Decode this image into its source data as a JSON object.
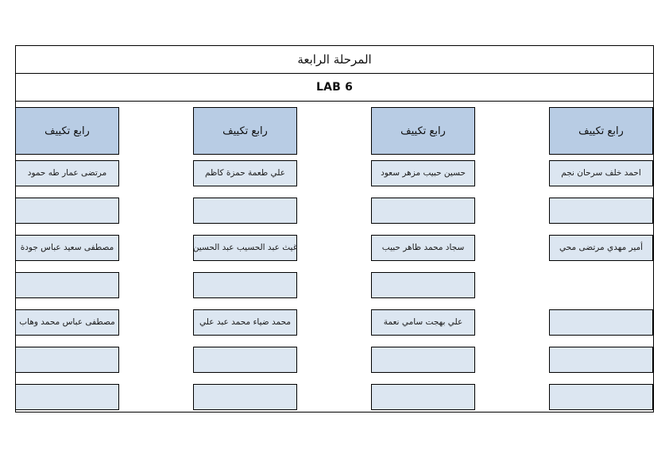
{
  "document": {
    "stage_title": "المرحلة الرابعة",
    "lab_title": "LAB 6"
  },
  "colors": {
    "header_fill": "#b8cce4",
    "cell_fill": "#dce6f1",
    "border": "#000000",
    "page_background": "#ffffff"
  },
  "table": {
    "columns": [
      {
        "header": "رابع تكييف",
        "cells": [
          "احمد خلف سرحان نجم",
          "",
          "أمير مهدي مرتضى محي",
          null,
          "",
          "",
          ""
        ]
      },
      {
        "header": "رابع تكييف",
        "cells": [
          "حسين حبيب مزهر سعود",
          "",
          "سجاد محمد ظاهر حبيب",
          "",
          "علي بهجت سامي نعمة",
          "",
          ""
        ]
      },
      {
        "header": "رابع تكييف",
        "cells": [
          "علي طعمة حمزة كاظم",
          "",
          "غيث عبد الحسيب عبد الحسين",
          "",
          "محمد ضياء محمد عبد علي",
          "",
          ""
        ]
      },
      {
        "header": "رابع تكييف",
        "cells": [
          "مرتضى عمار طه حمود",
          "",
          "مصطفى سعيد عباس جودة",
          "",
          "مصطفى عباس محمد وهاب",
          "",
          ""
        ]
      }
    ]
  }
}
